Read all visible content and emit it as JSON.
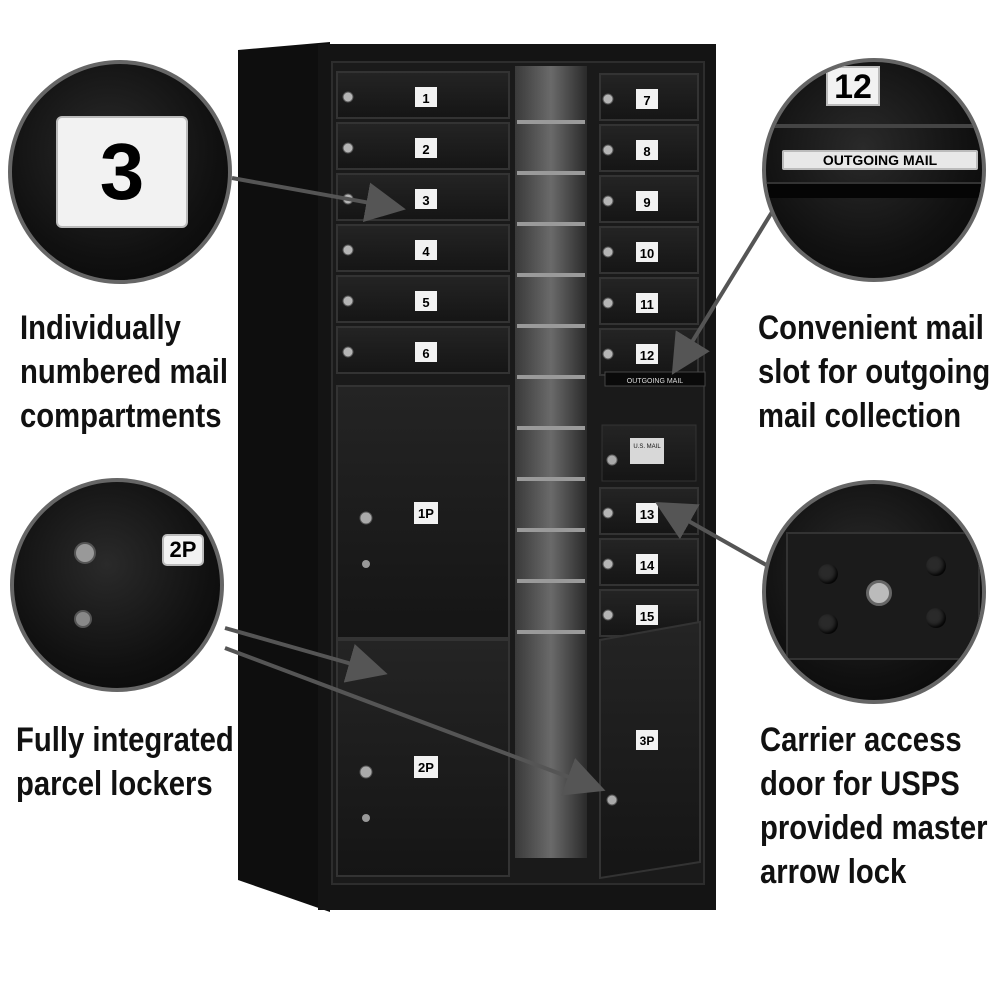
{
  "captions": {
    "numbered": [
      "Individually",
      "numbered mail",
      "compartments"
    ],
    "outgoing": [
      "Convenient mail",
      "slot for outgoing",
      "mail collection"
    ],
    "parcel": [
      "Fully integrated",
      "parcel lockers"
    ],
    "carrier": [
      "Carrier access",
      "door for USPS",
      "provided master",
      "arrow lock"
    ]
  },
  "mailbox": {
    "left_doors": [
      "1",
      "2",
      "3",
      "4",
      "5",
      "6"
    ],
    "right_doors_top": [
      "7",
      "8",
      "9",
      "10",
      "11",
      "12"
    ],
    "right_doors_bottom": [
      "13",
      "14",
      "15"
    ],
    "parcel_left": [
      "1P",
      "2P"
    ],
    "parcel_right": "3P",
    "outgoing_slot_label": "OUTGOING MAIL",
    "usps_plate": "U.S. MAIL"
  },
  "zoom": {
    "number_label": "3",
    "compartment_label": "12",
    "outgoing_label": "OUTGOING MAIL",
    "parcel_label": "2P"
  },
  "colors": {
    "cabinet": "#141414",
    "door": "#1c1c1c",
    "label": "#f2f2f2",
    "arrow": "#555555"
  }
}
